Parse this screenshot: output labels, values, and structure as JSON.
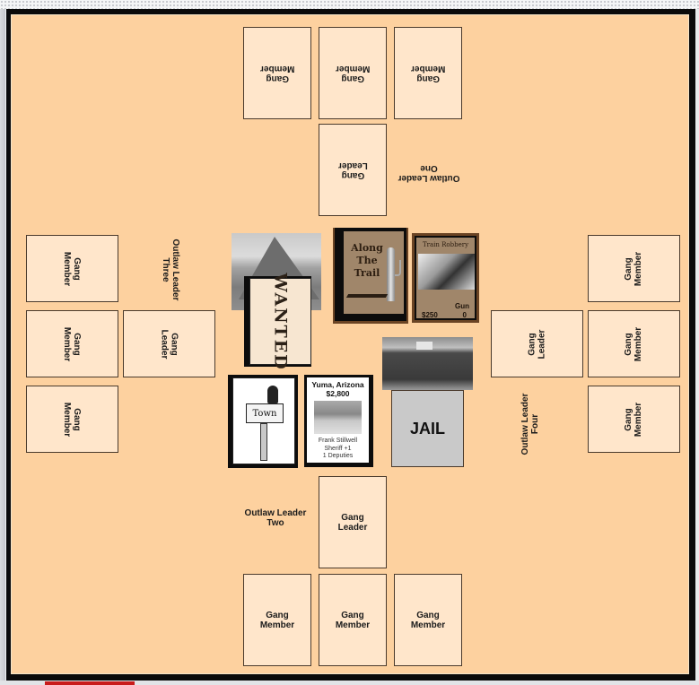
{
  "board": {
    "colors": {
      "background": "#fdd19f",
      "slot_fill": "#ffe6cb",
      "slot_border": "#4a3a2c",
      "frame": "#0a0a0a",
      "deck_brown": "#a0866a",
      "jail_gray": "#c9c9c9"
    }
  },
  "players": {
    "one": {
      "label": "Outlaw Leader\nOne",
      "leader": "Gang\nLeader",
      "members": [
        "Gang\nMember",
        "Gang\nMember",
        "Gang\nMember"
      ]
    },
    "two": {
      "label": "Outlaw Leader\nTwo",
      "leader": "Gang\nLeader",
      "members": [
        "Gang\nMember",
        "Gang\nMember",
        "Gang\nMember"
      ]
    },
    "three": {
      "label": "Outlaw Leader\nThree",
      "leader": "Gang\nLeader",
      "members": [
        "Gang\nMember",
        "Gang\nMember",
        "Gang\nMember"
      ]
    },
    "four": {
      "label": "Outlaw Leader\nFour",
      "leader": "Gang\nLeader",
      "members": [
        "Gang\nMember",
        "Gang\nMember",
        "Gang\nMember"
      ]
    }
  },
  "center": {
    "wanted_deck": {
      "label": "WANTED"
    },
    "trail_deck": {
      "label": "Along\nThe\nTrail"
    },
    "trail_card": {
      "title": "Train Robbery",
      "reward": "$250",
      "stat_name": "Gun",
      "stat_value": "0"
    },
    "town_deck": {
      "label": "Town"
    },
    "town_card": {
      "name": "Yuma, Arizona",
      "bounty": "$2,800",
      "sheriff": "Frank Stillwell",
      "sheriff_bonus": "Sheriff +1",
      "deputies": "1 Deputies"
    },
    "jail": {
      "label": "JAIL"
    }
  }
}
